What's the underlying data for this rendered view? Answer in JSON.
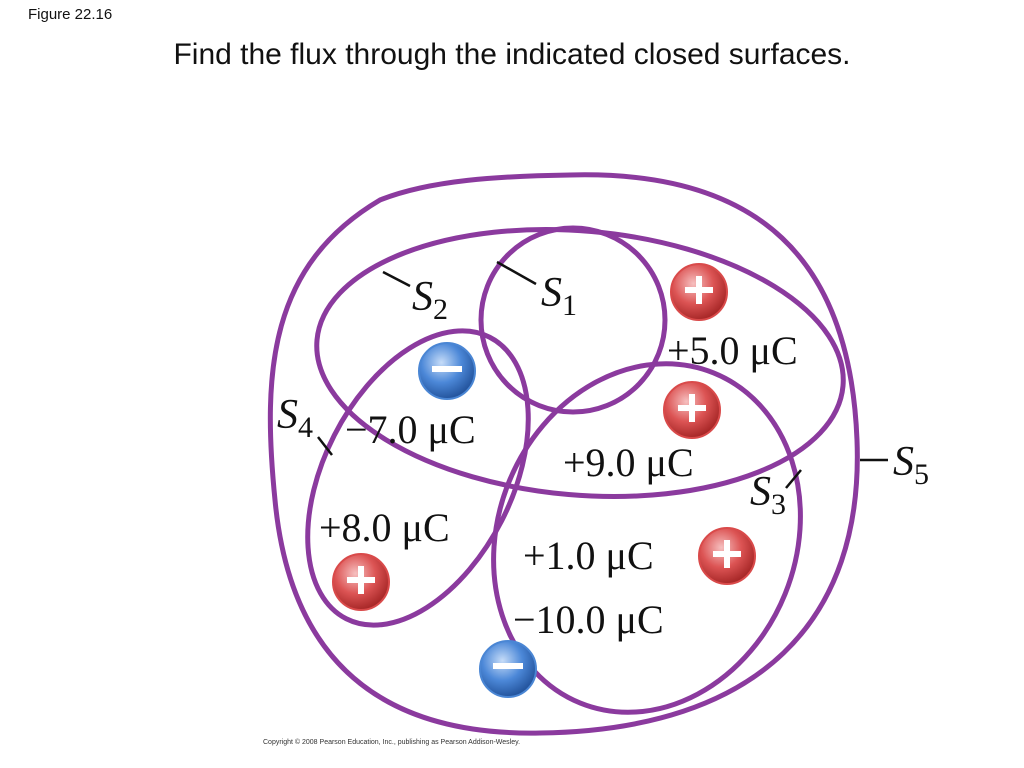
{
  "figure_label": "Figure 22.16",
  "title": "Find the flux through the indicated closed surfaces.",
  "colors": {
    "surface": "#8b3a9e",
    "positive": "#d94a4a",
    "negative": "#4a86d4"
  },
  "surfaces": {
    "s1": {
      "letter": "S",
      "sub": "1"
    },
    "s2": {
      "letter": "S",
      "sub": "2"
    },
    "s3": {
      "letter": "S",
      "sub": "3"
    },
    "s4": {
      "letter": "S",
      "sub": "4"
    },
    "s5": {
      "letter": "S",
      "sub": "5"
    }
  },
  "charges": {
    "q1": {
      "label": "+5.0 μC",
      "sign": "+"
    },
    "q2": {
      "label": "−7.0 μC",
      "sign": "−"
    },
    "q3": {
      "label": "+9.0 μC",
      "sign": "+"
    },
    "q4": {
      "label": "+8.0 μC",
      "sign": "+"
    },
    "q5": {
      "label": "+1.0 μC",
      "sign": "+"
    },
    "q6": {
      "label": "−10.0 μC",
      "sign": "−"
    }
  },
  "copyright": "Copyright © 2008 Pearson Education, Inc., publishing as Pearson Addison-Wesley."
}
